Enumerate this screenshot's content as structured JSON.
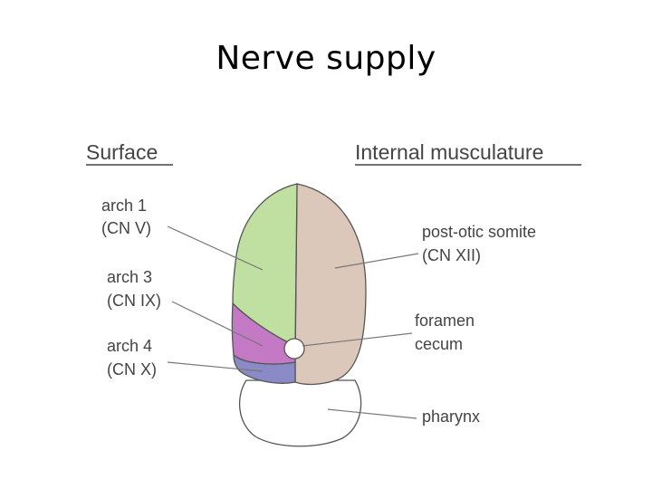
{
  "title": "Nerve supply",
  "headers": {
    "surface": "Surface",
    "internal": "Internal musculature"
  },
  "labels": {
    "arch1_name": "arch 1",
    "arch1_nerve": "(CN V)",
    "arch3_name": "arch 3",
    "arch3_nerve": "(CN IX)",
    "arch4_name": "arch 4",
    "arch4_nerve": "(CN X)",
    "somite_name": "post-otic somite",
    "somite_nerve": "(CN XII)",
    "foramen_line1": "foramen",
    "foramen_line2": "cecum",
    "pharynx": "pharynx"
  },
  "colors": {
    "arch1": "#bfe0a0",
    "arch3": "#c379c3",
    "arch4": "#8a8ac6",
    "internal": "#dcc7bb",
    "outline": "#555555",
    "text": "#444444"
  }
}
